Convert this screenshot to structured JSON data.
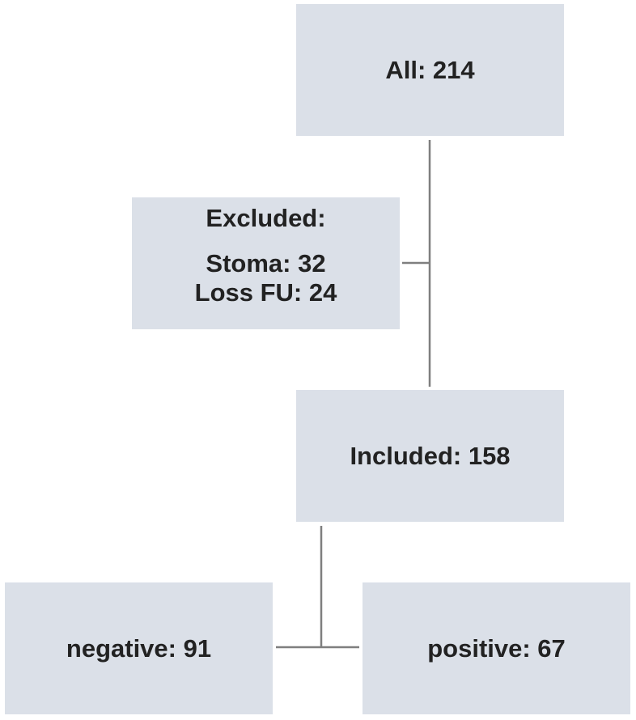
{
  "flowchart": {
    "all": {
      "label": "All: 214"
    },
    "excluded": {
      "title": "Excluded:",
      "lines": [
        "Stoma: 32",
        "Loss FU: 24"
      ]
    },
    "included": {
      "label": "Included: 158"
    },
    "negative": {
      "label": "negative: 91"
    },
    "positive": {
      "label": "positive: 67"
    }
  },
  "colors": {
    "box_fill": "#dbe0e8",
    "connector": "#7f7f7f",
    "text": "#222222"
  }
}
